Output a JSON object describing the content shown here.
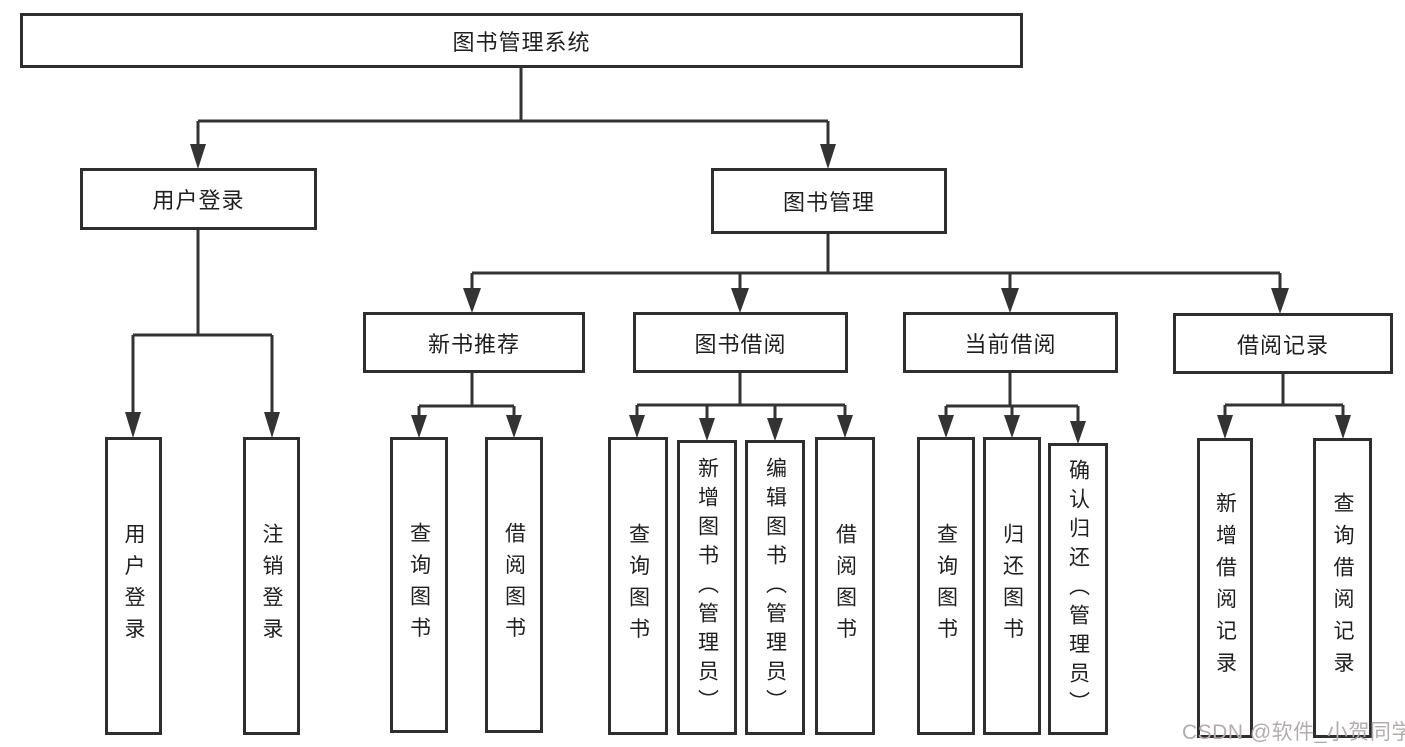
{
  "diagram_type": "hierarchy-tree",
  "tree": {
    "label": "图书管理系统",
    "children": [
      {
        "label": "用户登录",
        "children": [
          {
            "label": "用户登录"
          },
          {
            "label": "注销登录"
          }
        ]
      },
      {
        "label": "图书管理",
        "children": [
          {
            "label": "新书推荐",
            "children": [
              {
                "label": "查询图书"
              },
              {
                "label": "借阅图书"
              }
            ]
          },
          {
            "label": "图书借阅",
            "children": [
              {
                "label": "查询图书"
              },
              {
                "label": "新增图书（管理员）"
              },
              {
                "label": "编辑图书（管理员）"
              },
              {
                "label": "借阅图书"
              }
            ]
          },
          {
            "label": "当前借阅",
            "children": [
              {
                "label": "查询图书"
              },
              {
                "label": "归还图书"
              },
              {
                "label": "确认归还（管理员）"
              }
            ]
          },
          {
            "label": "借阅记录",
            "children": [
              {
                "label": "新增借阅记录"
              },
              {
                "label": "查询借阅记录"
              }
            ]
          }
        ]
      }
    ]
  },
  "watermark": {
    "text": "CSDN @软件_小贺同学"
  },
  "colors": {
    "line": "#333333",
    "box_border": "#2e2e2e",
    "text": "#1f1f1f",
    "watermark": "#b3acac",
    "background": "#ffffff"
  }
}
